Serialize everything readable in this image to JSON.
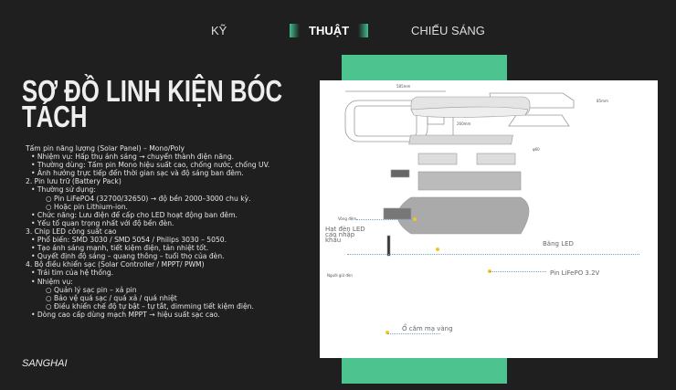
{
  "nav": {
    "items": [
      "KỸ",
      "THUẬT",
      "CHIẾU SÁNG"
    ]
  },
  "title": "SƠ ĐỒ LINH KIỆN BÓC TÁCH",
  "content": [
    {
      "lvl": 1,
      "text": "Tấm pin năng lượng (Solar Panel) – Mono/Poly"
    },
    {
      "lvl": 2,
      "text": "Nhiệm vụ: Hấp thụ ánh sáng → chuyển thành điện năng."
    },
    {
      "lvl": 2,
      "text": "Thường dùng: Tấm pin Mono hiệu suất cao, chống nước, chống UV."
    },
    {
      "lvl": 2,
      "text": "Ảnh hưởng trực tiếp đến thời gian sạc và độ sáng ban đêm."
    },
    {
      "lvl": 1,
      "text": "2. Pin lưu trữ (Battery Pack)"
    },
    {
      "lvl": 2,
      "text": "Thường sử dụng:"
    },
    {
      "lvl": 3,
      "text": "Pin LiFePO4 (32700/32650) → độ bền 2000–3000 chu kỳ."
    },
    {
      "lvl": 3,
      "text": "Hoặc pin Lithium-ion."
    },
    {
      "lvl": 2,
      "text": "Chức năng: Lưu điện để cấp cho LED hoạt động ban đêm."
    },
    {
      "lvl": 2,
      "text": "Yếu tố quan trọng nhất với độ bền đèn."
    },
    {
      "lvl": 1,
      "text": "3. Chip LED công suất cao"
    },
    {
      "lvl": 2,
      "text": "Phổ biến: SMD 3030 / SMD 5054 / Philips 3030 – 5050."
    },
    {
      "lvl": 2,
      "text": "Tạo ánh sáng mạnh, tiết kiệm điện, tản nhiệt tốt."
    },
    {
      "lvl": 2,
      "text": "Quyết định độ sáng – quang thông – tuổi thọ của đèn."
    },
    {
      "lvl": 1,
      "text": "4. Bộ điều khiển sạc (Solar Controller / MPPT/ PWM)"
    },
    {
      "lvl": 2,
      "text": "Trái tim của hệ thống."
    },
    {
      "lvl": 2,
      "text": "Nhiệm vụ:"
    },
    {
      "lvl": 3,
      "text": "Quản lý sạc pin – xả pin"
    },
    {
      "lvl": 3,
      "text": "Bảo vệ quá sạc / quá xả / quá nhiệt"
    },
    {
      "lvl": 3,
      "text": "Điều khiển chế độ tự bật – tự tắt, dimming tiết kiệm điện."
    },
    {
      "lvl": 2,
      "text": "Dòng cao cấp dùng mạch MPPT → hiệu suất sạc cao."
    }
  ],
  "brand": "SANGHAI",
  "diagram": {
    "width": "585mm",
    "height": "260mm",
    "depth": "85mm",
    "pole": "φ60",
    "led_label": "Hạt đèn LED cao nhập khẩu",
    "led_board": "Băng LED",
    "battery": "Pin LiFePO 3.2V",
    "ring": "Vòng đệm",
    "holder": "Người giữ đèn",
    "socket": "Ổ cắm mạ vàng"
  }
}
